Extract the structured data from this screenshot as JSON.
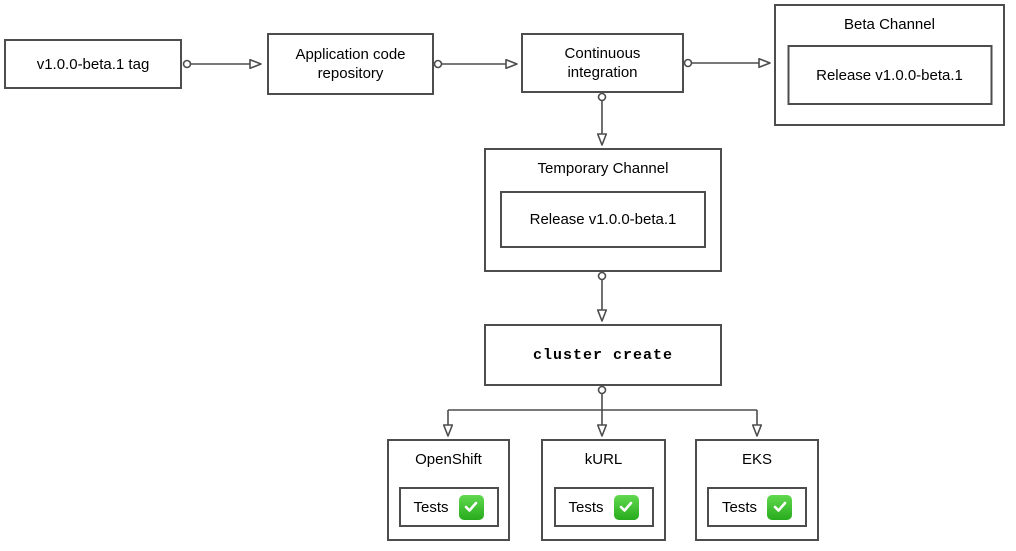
{
  "diagram": {
    "nodes": {
      "tag": {
        "label": "v1.0.0-beta.1 tag"
      },
      "app_repo": {
        "label": "Application code repository"
      },
      "ci": {
        "label": "Continuous integration"
      },
      "beta_channel": {
        "title": "Beta Channel",
        "release_label": "Release v1.0.0-beta.1"
      },
      "temp_channel": {
        "title": "Temporary Channel",
        "release_label": "Release v1.0.0-beta.1"
      },
      "cluster_create": {
        "label": "cluster create"
      }
    },
    "clusters": [
      {
        "title": "OpenShift",
        "tests_label": "Tests",
        "status_icon": "green-check-icon"
      },
      {
        "title": "kURL",
        "tests_label": "Tests",
        "status_icon": "green-check-icon"
      },
      {
        "title": "EKS",
        "tests_label": "Tests",
        "status_icon": "green-check-icon"
      }
    ],
    "colors": {
      "stroke": "#4d4d4d",
      "background": "#ffffff",
      "text": "#000000",
      "check_green": "#2fb52c"
    }
  }
}
